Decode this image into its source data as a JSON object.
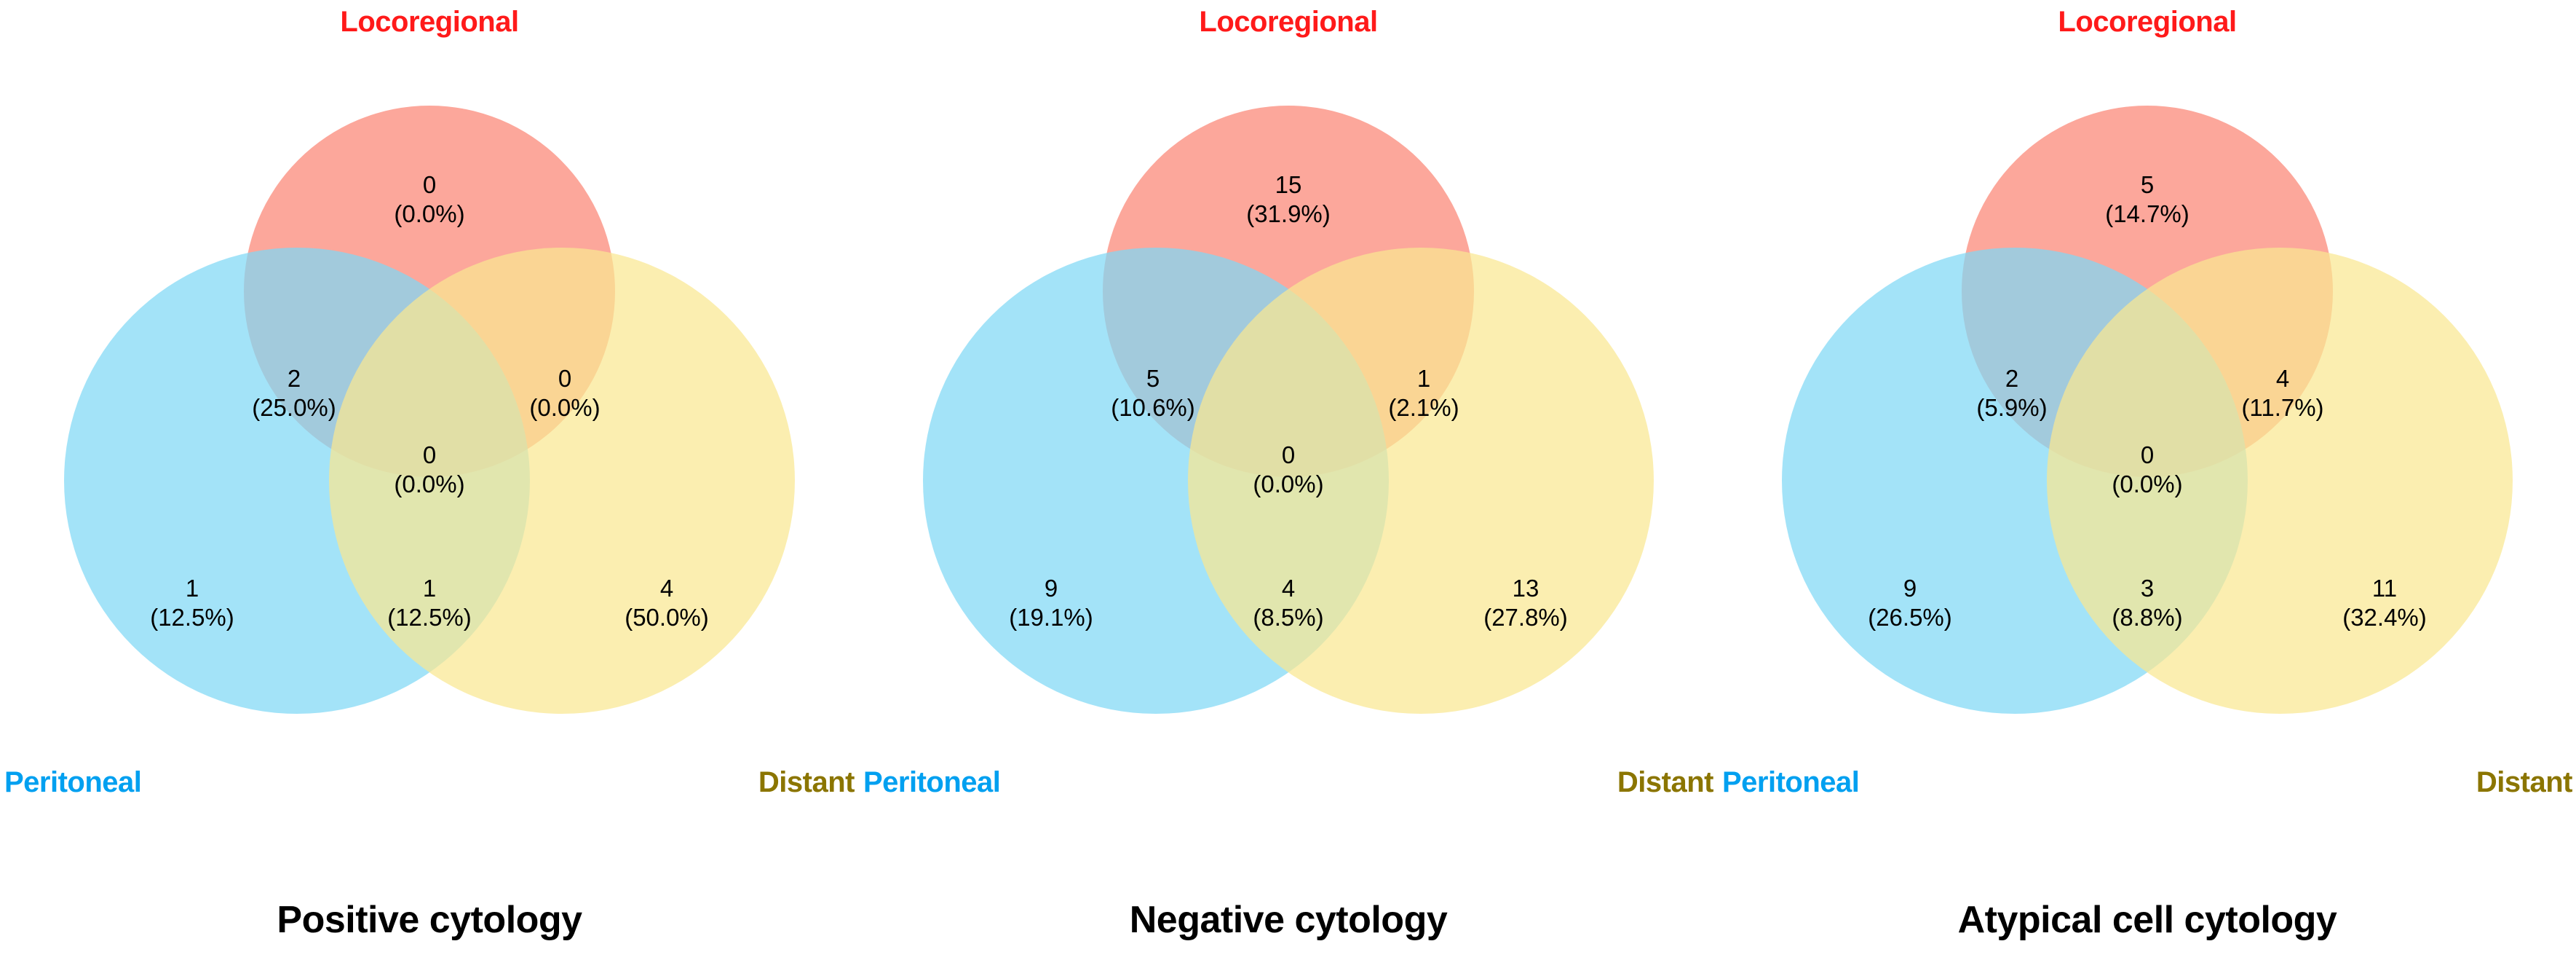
{
  "figure": {
    "type": "venn-diagram-panels",
    "background": "#ffffff"
  },
  "colors": {
    "locoregional_fill": "#FCA79B",
    "peritoneal_fill": "#7FD8F5",
    "distant_fill": "#FAE892",
    "locoregional_label": "#FF1A1A",
    "peritoneal_label": "#00A0F0",
    "distant_label": "#8B7500",
    "overlap_loco_peri": "#A8B8DC",
    "overlap_loco_dist": "#FBC35D",
    "overlap_peri_dist": "#9AC6AE",
    "overlap_all": "#A9C4BE",
    "text": "#000000"
  },
  "set_labels": {
    "top": "Locoregional",
    "left": "Peritoneal",
    "right": "Distant"
  },
  "chart_data": {
    "type": "venn",
    "title": "",
    "sets": [
      "Locoregional",
      "Peritoneal",
      "Distant"
    ],
    "region_keys": [
      "A",
      "AB",
      "AC",
      "ABC",
      "B",
      "BC",
      "C"
    ],
    "panels": [
      {
        "caption": "Positive cytology",
        "regions": {
          "A": {
            "count": "0",
            "percent": "(0.0%)",
            "value": 0,
            "pct": 0.0
          },
          "AB": {
            "count": "2",
            "percent": "(25.0%)",
            "value": 2,
            "pct": 25.0
          },
          "AC": {
            "count": "0",
            "percent": "(0.0%)",
            "value": 0,
            "pct": 0.0
          },
          "ABC": {
            "count": "0",
            "percent": "(0.0%)",
            "value": 0,
            "pct": 0.0
          },
          "B": {
            "count": "1",
            "percent": "(12.5%)",
            "value": 1,
            "pct": 12.5
          },
          "BC": {
            "count": "1",
            "percent": "(12.5%)",
            "value": 1,
            "pct": 12.5
          },
          "C": {
            "count": "4",
            "percent": "(50.0%)",
            "value": 4,
            "pct": 50.0
          }
        }
      },
      {
        "caption": "Negative cytology",
        "regions": {
          "A": {
            "count": "15",
            "percent": "(31.9%)",
            "value": 15,
            "pct": 31.9
          },
          "AB": {
            "count": "5",
            "percent": "(10.6%)",
            "value": 5,
            "pct": 10.6
          },
          "AC": {
            "count": "1",
            "percent": "(2.1%)",
            "value": 1,
            "pct": 2.1
          },
          "ABC": {
            "count": "0",
            "percent": "(0.0%)",
            "value": 0,
            "pct": 0.0
          },
          "B": {
            "count": "9",
            "percent": "(19.1%)",
            "value": 9,
            "pct": 19.1
          },
          "BC": {
            "count": "4",
            "percent": "(8.5%)",
            "value": 4,
            "pct": 8.5
          },
          "C": {
            "count": "13",
            "percent": "(27.8%)",
            "value": 13,
            "pct": 27.8
          }
        }
      },
      {
        "caption": "Atypical cell cytology",
        "regions": {
          "A": {
            "count": "5",
            "percent": "(14.7%)",
            "value": 5,
            "pct": 14.7
          },
          "AB": {
            "count": "2",
            "percent": "(5.9%)",
            "value": 2,
            "pct": 5.9
          },
          "AC": {
            "count": "4",
            "percent": "(11.7%)",
            "value": 4,
            "pct": 11.7
          },
          "ABC": {
            "count": "0",
            "percent": "(0.0%)",
            "value": 0,
            "pct": 0.0
          },
          "B": {
            "count": "9",
            "percent": "(26.5%)",
            "value": 9,
            "pct": 26.5
          },
          "BC": {
            "count": "3",
            "percent": "(8.8%)",
            "value": 3,
            "pct": 8.8
          },
          "C": {
            "count": "11",
            "percent": "(32.4%)",
            "value": 11,
            "pct": 32.4
          }
        }
      }
    ]
  }
}
